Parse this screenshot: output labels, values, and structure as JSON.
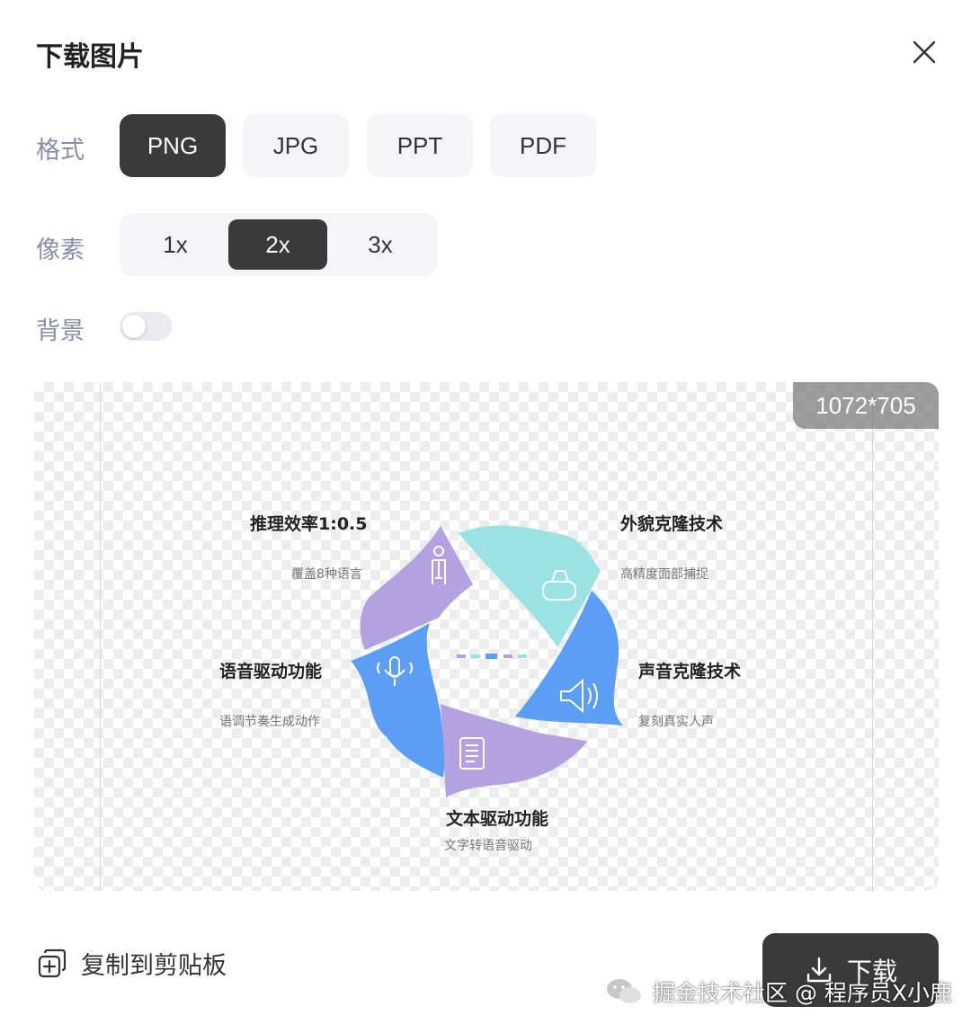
{
  "dialog": {
    "title": "下载图片"
  },
  "format": {
    "label": "格式",
    "options": [
      "PNG",
      "JPG",
      "PPT",
      "PDF"
    ],
    "selected": "PNG"
  },
  "pixel": {
    "label": "像素",
    "options": [
      "1x",
      "2x",
      "3x"
    ],
    "selected": "2x"
  },
  "background": {
    "label": "背景",
    "enabled": false
  },
  "preview": {
    "size": "1072*705",
    "items": [
      {
        "title": "推理效率1:0.5",
        "subtitle": "覆盖8种语言",
        "icon": "walker-icon",
        "color": "#b3a1e0"
      },
      {
        "title": "外貌克隆技术",
        "subtitle": "高精度面部捕捉",
        "icon": "vr-headset-icon",
        "color": "#9be3e3"
      },
      {
        "title": "声音克隆技术",
        "subtitle": "复刻真实人声",
        "icon": "speaker-icon",
        "color": "#5b9ef5"
      },
      {
        "title": "文本驱动功能",
        "subtitle": "文字转语音驱动",
        "icon": "document-icon",
        "color": "#b3a1e0"
      },
      {
        "title": "语音驱动功能",
        "subtitle": "语调节奏生成动作",
        "icon": "microphone-icon",
        "color": "#5b9ef5"
      }
    ]
  },
  "footer": {
    "copy_label": "复制到剪贴板",
    "download_label": "下载"
  },
  "watermark": {
    "text": "掘金技术社区 @ 程序员X小鹿"
  },
  "colors": {
    "dark": "#3a3a3c",
    "muted": "#8a8fa8",
    "chip": "#f4f5f9"
  }
}
